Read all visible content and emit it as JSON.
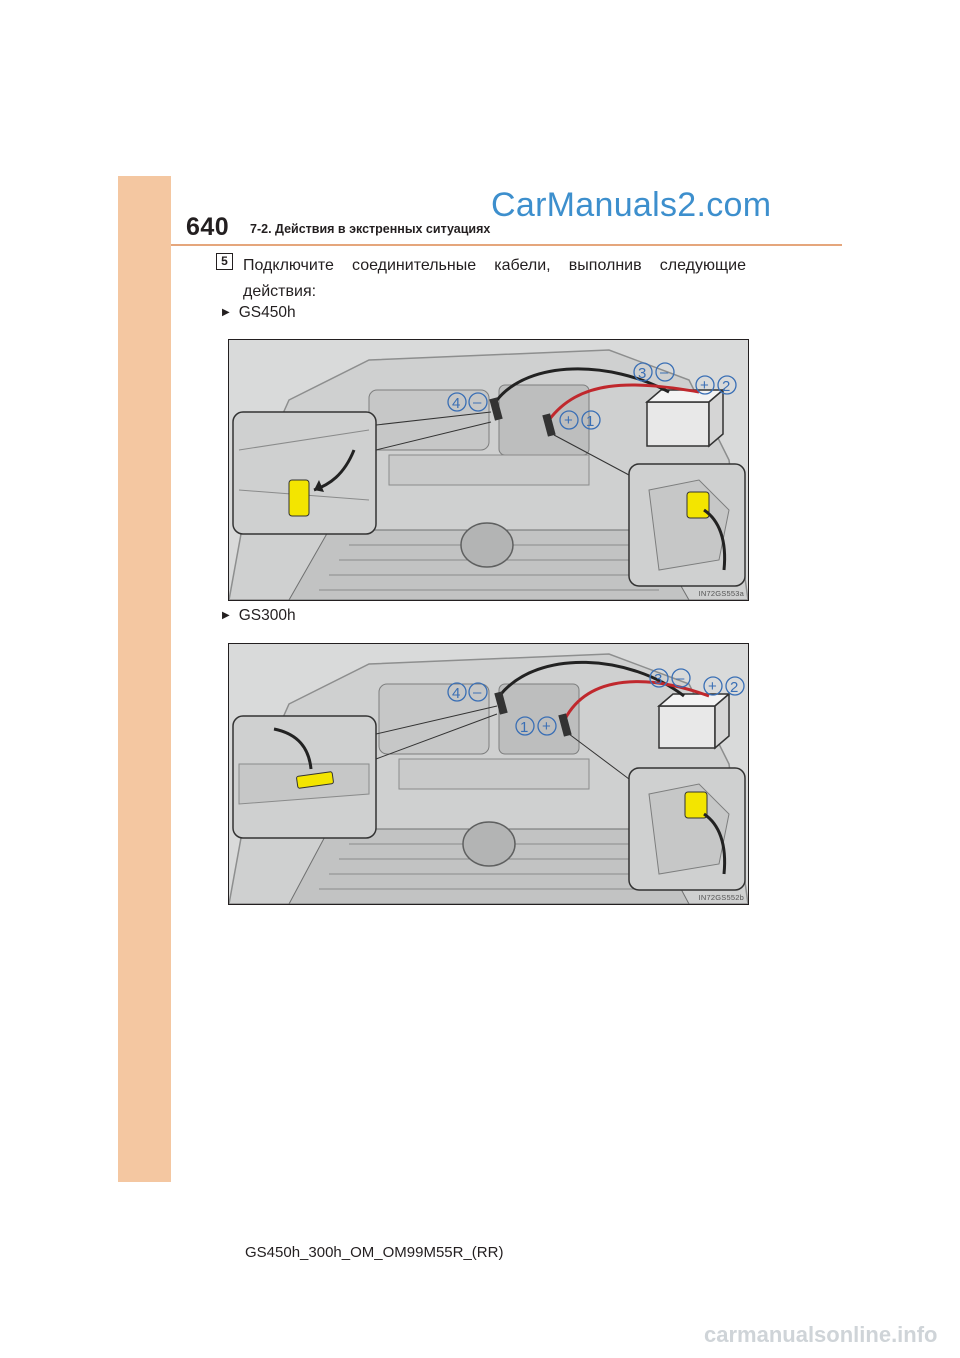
{
  "header": {
    "page_number": "640",
    "section_title": "7-2. Действия в экстренных ситуациях",
    "watermark": "CarManuals2.com"
  },
  "step": {
    "number": "5",
    "text": "Подключите соединительные кабели, выполнив следующие действия:"
  },
  "figures": [
    {
      "model": "GS450h",
      "code": "IN72GS553a",
      "callouts": {
        "c1": "1",
        "c2": "2",
        "c3": "3",
        "c4": "4",
        "plus": "+",
        "minus": "–"
      }
    },
    {
      "model": "GS300h",
      "code": "IN72GS552b",
      "callouts": {
        "c1": "1",
        "c2": "2",
        "c3": "3",
        "c4": "4",
        "plus": "+",
        "minus": "–"
      }
    }
  ],
  "footer": {
    "doc_id": "GS450h_300h_OM_OM99M55R_(RR)",
    "watermark": "carmanualsonline.info"
  },
  "icons": {
    "bullet": "triangle-right-icon"
  },
  "colors": {
    "side_band": "#f4c7a1",
    "header_rule": "#e5a67c",
    "watermark": "#3d8fcd",
    "callout": "#3a6fb5",
    "red_cable": "#c0282d",
    "clamp_yellow": "#f3e500"
  }
}
